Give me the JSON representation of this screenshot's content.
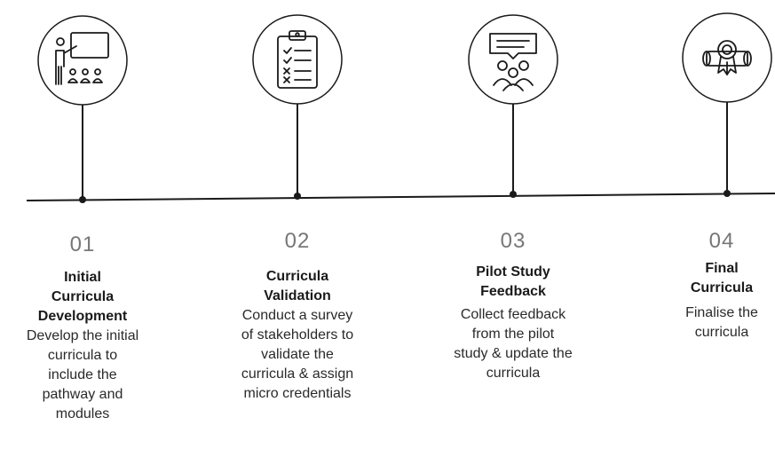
{
  "steps": [
    {
      "number": "01",
      "title_lines": [
        "Initial",
        "Curricula",
        "Development"
      ],
      "desc_lines": [
        "Develop the initial",
        "curricula to",
        "include the",
        "pathway and",
        "modules"
      ],
      "icon": "teacher-presentation-icon"
    },
    {
      "number": "02",
      "title_lines": [
        "Curricula",
        "Validation"
      ],
      "desc_lines": [
        "Conduct a survey",
        "of stakeholders to",
        "validate the",
        "curricula & assign",
        "micro credentials"
      ],
      "icon": "checklist-clipboard-icon"
    },
    {
      "number": "03",
      "title_lines": [
        "Pilot Study",
        "Feedback"
      ],
      "desc_lines": [
        "Collect feedback",
        "from the pilot",
        "study & update the",
        "curricula"
      ],
      "icon": "group-feedback-icon"
    },
    {
      "number": "04",
      "title_lines": [
        "Final",
        "Curricula"
      ],
      "desc_lines": [
        "Finalise the",
        "curricula"
      ],
      "icon": "certificate-scroll-icon"
    }
  ],
  "colors": {
    "line": "#1a1a1a",
    "number": "#777777",
    "text": "#1a1a1a"
  }
}
